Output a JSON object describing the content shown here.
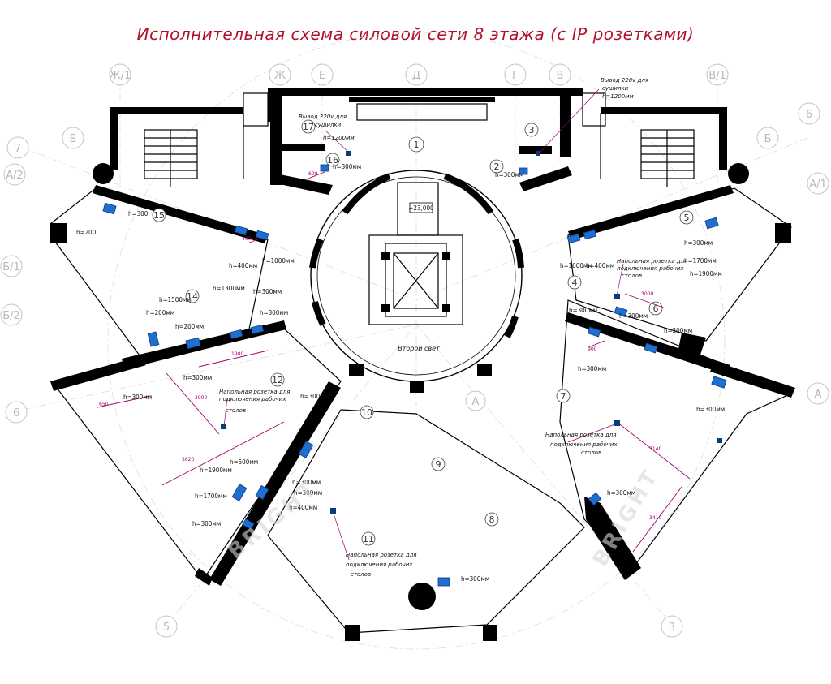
{
  "title": "Исполнительная схема силовой сети 8 этажа (с IP розетками)",
  "grid_labels": {
    "top": [
      "Ж/1",
      "Ж",
      "Е",
      "Д",
      "Г",
      "В",
      "В/1"
    ],
    "left": [
      "7",
      "Б",
      "А/2",
      "Б/1",
      "Б/2",
      "6",
      "5"
    ],
    "right": [
      "6",
      "Б",
      "А/1",
      "А",
      "3"
    ],
    "inner": [
      "А",
      "9",
      "8"
    ]
  },
  "rooms": [
    "1",
    "2",
    "3",
    "4",
    "5",
    "6",
    "7",
    "8",
    "9",
    "10",
    "11",
    "12",
    "14",
    "15",
    "16",
    "17"
  ],
  "level_mark": "+23,000",
  "atrium_label": "Второй свет",
  "dryer_note_left": [
    "Вывод 220v для",
    "сушилки",
    "h=1200мм"
  ],
  "dryer_note_right": [
    "Вывод 220v для",
    "сушилки",
    "h=1200мм"
  ],
  "floor_socket_note": [
    "Напольная розетка для",
    "подключения рабочих",
    "столов"
  ],
  "heights": {
    "h300": "h=300мм",
    "h200": "h=200мм",
    "h300s": "h=300",
    "h200s": "h=200",
    "h400": "h=400мм",
    "h500": "h=500мм",
    "h1000": "h=1000мм",
    "h1300": "h=1300мм",
    "h1500": "h=1500мм",
    "h1700": "h=1700мм",
    "h1900": "h=1900мм"
  },
  "dims": {
    "d1900": "1900",
    "d3820": "3820",
    "d2900": "2900",
    "d3000": "3000",
    "d3140": "3140",
    "d3410": "3410",
    "d650": "650",
    "d400": "400",
    "d600": "600",
    "d900": "900"
  },
  "watermark": "BRIGHT"
}
